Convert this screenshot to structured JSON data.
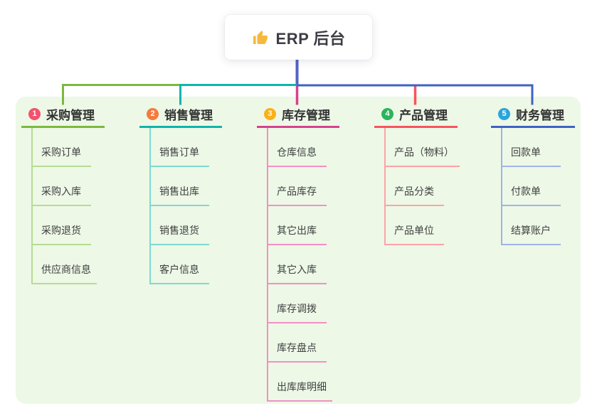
{
  "root": {
    "title": "ERP 后台",
    "icon": "thumbs-up-icon",
    "icon_color": "#f6b93b"
  },
  "panel_color": "#edf8e7",
  "root_link_color": "#5064c6",
  "branches": [
    {
      "badge": "1",
      "label": "采购管理",
      "line_color": "#7cb93e",
      "sub_line_color": "#b7dc92",
      "badge_color": "#f4516c",
      "items": [
        "采购订单",
        "采购入库",
        "采购退货",
        "供应商信息"
      ]
    },
    {
      "badge": "2",
      "label": "销售管理",
      "line_color": "#0eb5ab",
      "sub_line_color": "#7fd9cf",
      "badge_color": "#f57b3d",
      "items": [
        "销售订单",
        "销售出库",
        "销售退货",
        "客户信息"
      ]
    },
    {
      "badge": "3",
      "label": "库存管理",
      "line_color": "#d6418e",
      "sub_line_color": "#f290c4",
      "badge_color": "#fbb017",
      "items": [
        "仓库信息",
        "产品库存",
        "其它出库",
        "其它入库",
        "库存调拨",
        "库存盘点",
        "出库库明细"
      ]
    },
    {
      "badge": "4",
      "label": "产品管理",
      "line_color": "#f8545c",
      "sub_line_color": "#fca3a7",
      "badge_color": "#2bb45c",
      "items": [
        "产品（物料）",
        "产品分类",
        "产品单位"
      ]
    },
    {
      "badge": "5",
      "label": "财务管理",
      "line_color": "#3e62c4",
      "sub_line_color": "#9fb4e6",
      "badge_color": "#29a5dd",
      "items": [
        "回款单",
        "付款单",
        "结算账户"
      ]
    }
  ]
}
